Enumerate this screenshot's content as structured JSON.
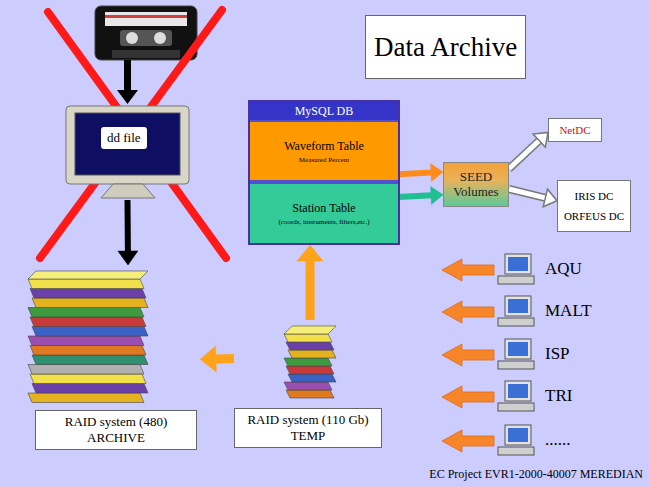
{
  "diagram": {
    "title": "Data Archive",
    "caption": "EC Project EVR1-2000-40007 MEREDIAN",
    "nodes": [
      {
        "text": [
          "dd file"
        ]
      },
      {
        "text": [
          "MySQL DB"
        ]
      },
      {
        "text": [
          "Waveform Table",
          "Measured Percent"
        ],
        "in": 1
      },
      {
        "text": [
          "Station Table",
          "(coords, instruments, filters,etc.)"
        ],
        "in": 1
      },
      {
        "text": [
          "NetDC"
        ]
      },
      {
        "text": [
          "SEED Volumes"
        ]
      },
      {
        "text": [
          "IRIS DC",
          "ORFEUS DC"
        ]
      },
      {
        "text": [
          "RAID system (480) ARCHIVE"
        ]
      },
      {
        "text": [
          "RAID system (110 Gb) TEMP"
        ]
      }
    ],
    "edges": [
      {
        "from": 0,
        "to": 7,
        "arrow": "to"
      },
      {
        "from": 8,
        "to": 7,
        "arrow": "to"
      },
      {
        "from": 8,
        "to": 1,
        "arrow": "to"
      },
      {
        "from": 2,
        "to": 5,
        "arrow": "to"
      },
      {
        "from": 3,
        "to": 5,
        "arrow": "to"
      },
      {
        "from": 5,
        "to": 4,
        "arrow": "to"
      },
      {
        "from": 5,
        "to": 6,
        "arrow": "to"
      }
    ],
    "labels": [
      "AQU",
      "MALT",
      "ISP",
      "TRI",
      "......"
    ]
  }
}
